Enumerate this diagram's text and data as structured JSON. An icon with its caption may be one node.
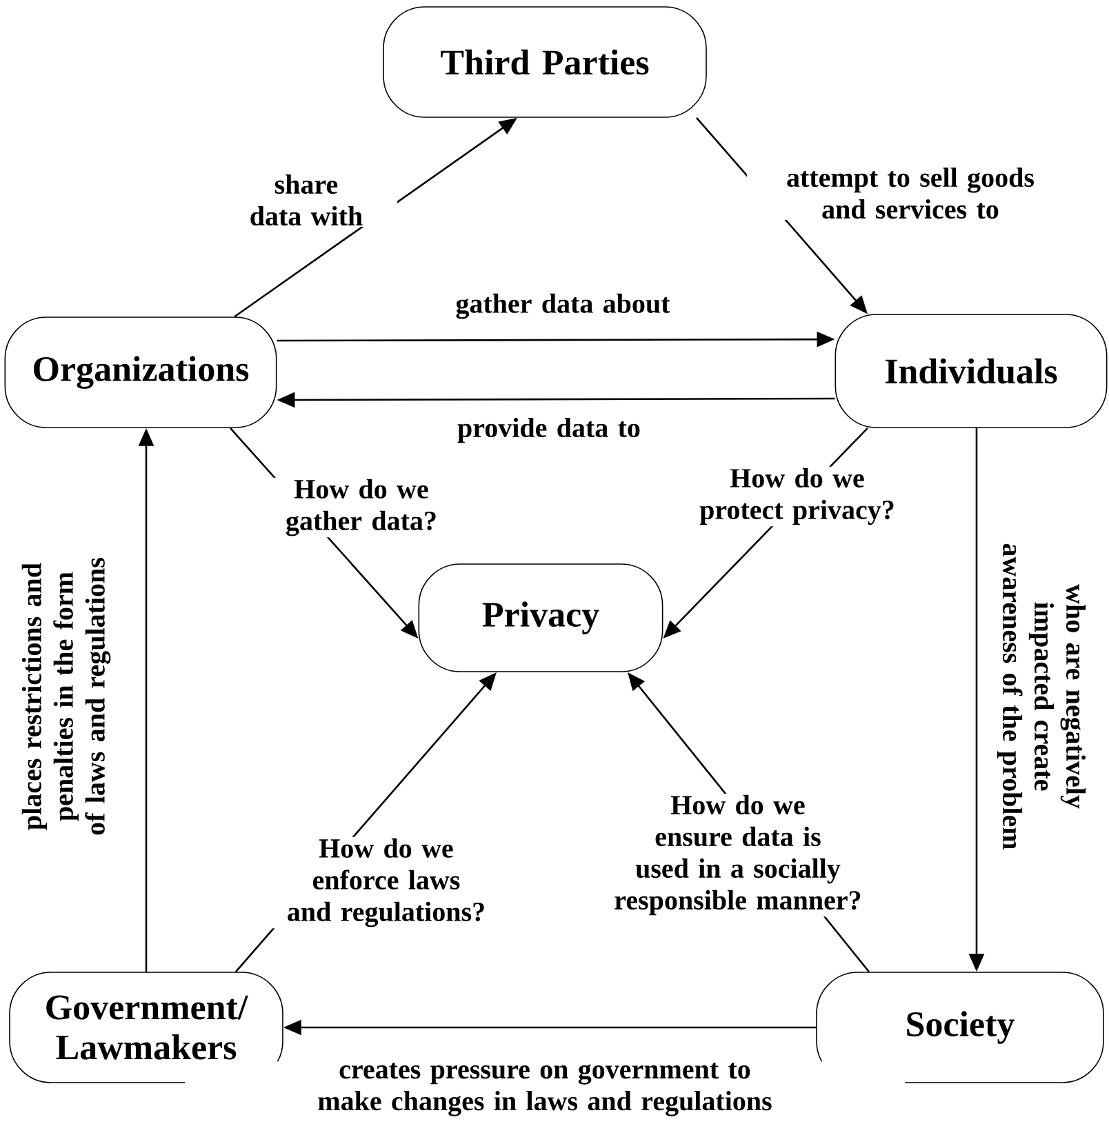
{
  "diagram": {
    "nodes": [
      {
        "text": [
          "Third Parties"
        ]
      },
      {
        "text": [
          "Organizations"
        ]
      },
      {
        "text": [
          "Individuals"
        ]
      },
      {
        "text": [
          "Privacy"
        ]
      },
      {
        "text": [
          "Government/ Lawmakers"
        ]
      },
      {
        "text": [
          "Society"
        ]
      }
    ],
    "edges": [
      {
        "from": 1,
        "to": 0,
        "arrow": "to",
        "label": "share data with"
      },
      {
        "from": 0,
        "to": 2,
        "arrow": "to",
        "label": "attempt to sell goods and services to"
      },
      {
        "from": 1,
        "to": 2,
        "arrow": "to",
        "label": "gather data about"
      },
      {
        "from": 2,
        "to": 1,
        "arrow": "to",
        "label": "provide data to"
      },
      {
        "from": 1,
        "to": 3,
        "arrow": "to",
        "label": "How do we gather data?"
      },
      {
        "from": 2,
        "to": 3,
        "arrow": "to",
        "label": "How do we protect privacy?"
      },
      {
        "from": 2,
        "to": 5,
        "arrow": "to",
        "label": "who are negatively impacted create awareness of the problem"
      },
      {
        "from": 4,
        "to": 1,
        "arrow": "to",
        "label": "places restrictions and penalties in the form of laws and regulations"
      },
      {
        "from": 4,
        "to": 3,
        "arrow": "to",
        "label": "How do we enforce laws and regulations?"
      },
      {
        "from": 5,
        "to": 3,
        "arrow": "to",
        "label": "How do we ensure data is used in a socially responsible manner?"
      },
      {
        "from": 5,
        "to": 4,
        "arrow": "to",
        "label": "creates pressure on government to make changes in laws and regulations"
      }
    ]
  }
}
